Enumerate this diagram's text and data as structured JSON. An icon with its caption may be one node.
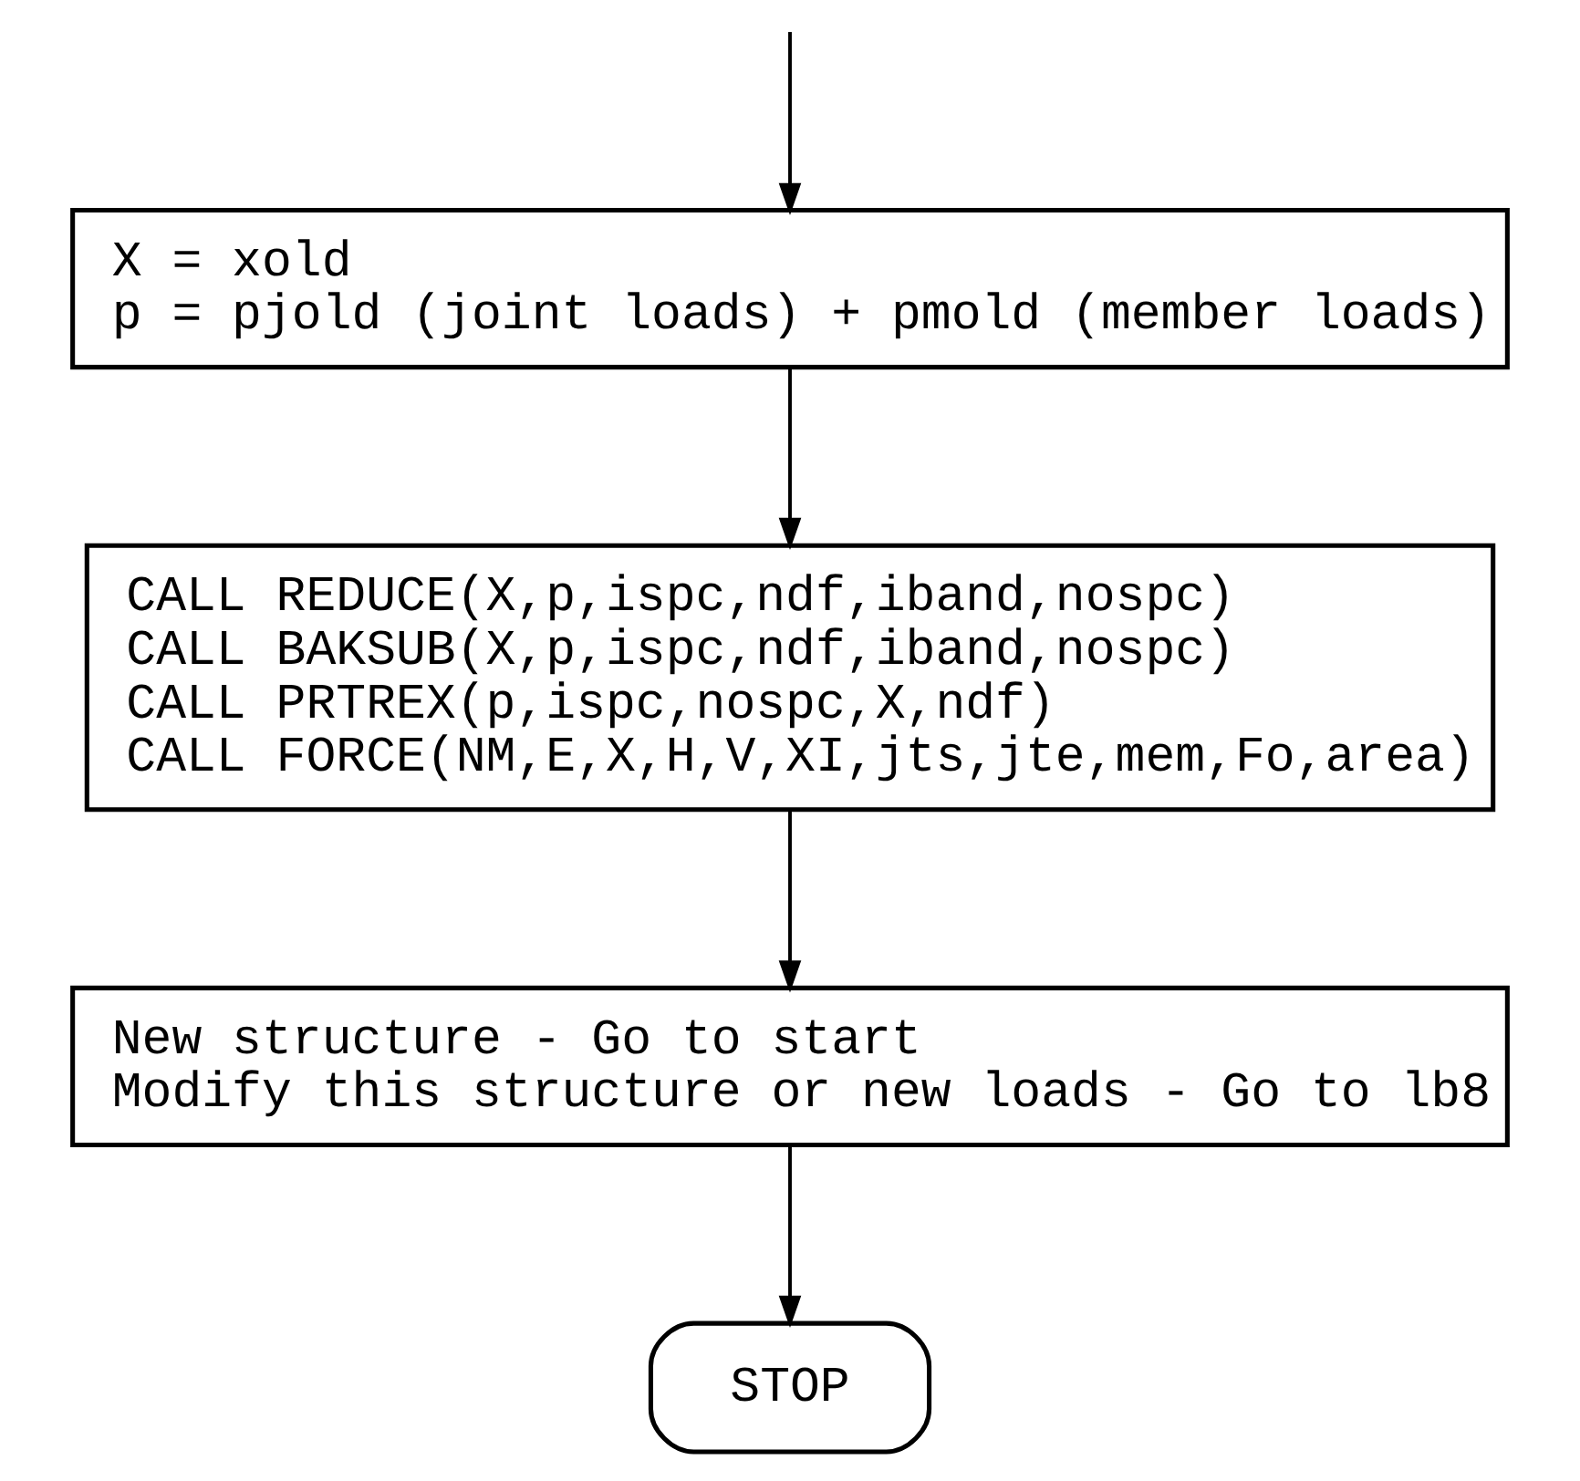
{
  "diagram": {
    "nodes": [
      {
        "text": [
          "X = xold",
          "p = pjold (joint loads) + pmold (member loads)"
        ]
      },
      {
        "text": [
          "CALL REDUCE(X,p,ispc,ndf,iband,nospc)",
          "CALL BAKSUB(X,p,ispc,ndf,iband,nospc)",
          "CALL PRTREX(p,ispc,nospc,X,ndf)",
          "CALL FORCE(NM,E,X,H,V,XI,jts,jte,mem,Fo,area)"
        ]
      },
      {
        "text": [
          "New structure - Go to start",
          "Modify this structure or new loads - Go to lb8"
        ]
      },
      {
        "text": [
          "STOP"
        ]
      }
    ],
    "edges": [
      {
        "from": null,
        "to": 0,
        "arrow": "to"
      },
      {
        "from": 0,
        "to": 1,
        "arrow": "to"
      },
      {
        "from": 1,
        "to": 2,
        "arrow": "to"
      },
      {
        "from": 2,
        "to": 3,
        "arrow": "to"
      }
    ]
  }
}
